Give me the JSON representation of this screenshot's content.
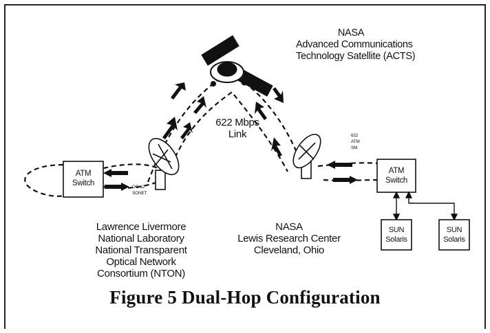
{
  "acts_label": [
    "NASA",
    "Advanced Communications",
    "Technology Satellite (ACTS)"
  ],
  "link_label": [
    "622 Mbps",
    "Link"
  ],
  "left_switch": [
    "ATM",
    "Switch"
  ],
  "right_switch": [
    "ATM",
    "Switch"
  ],
  "oc12_label": [
    "OC-12",
    "SONET"
  ],
  "atm_sm_label": [
    "622",
    "ATM",
    "SM"
  ],
  "sun_1": [
    "SUN",
    "Solaris"
  ],
  "sun_2": [
    "SUN",
    "Solaris"
  ],
  "llnl_label": [
    "Lawrence Livermore",
    "National Laboratory",
    "National Transparent",
    "Optical Network",
    "Consortium (NTON)"
  ],
  "lewis_label": [
    "NASA",
    "Lewis Research Center",
    "Cleveland, Ohio"
  ],
  "caption": "Figure 5 Dual-Hop Configuration",
  "colors": {
    "ink": "#111111",
    "background": "#ffffff"
  }
}
